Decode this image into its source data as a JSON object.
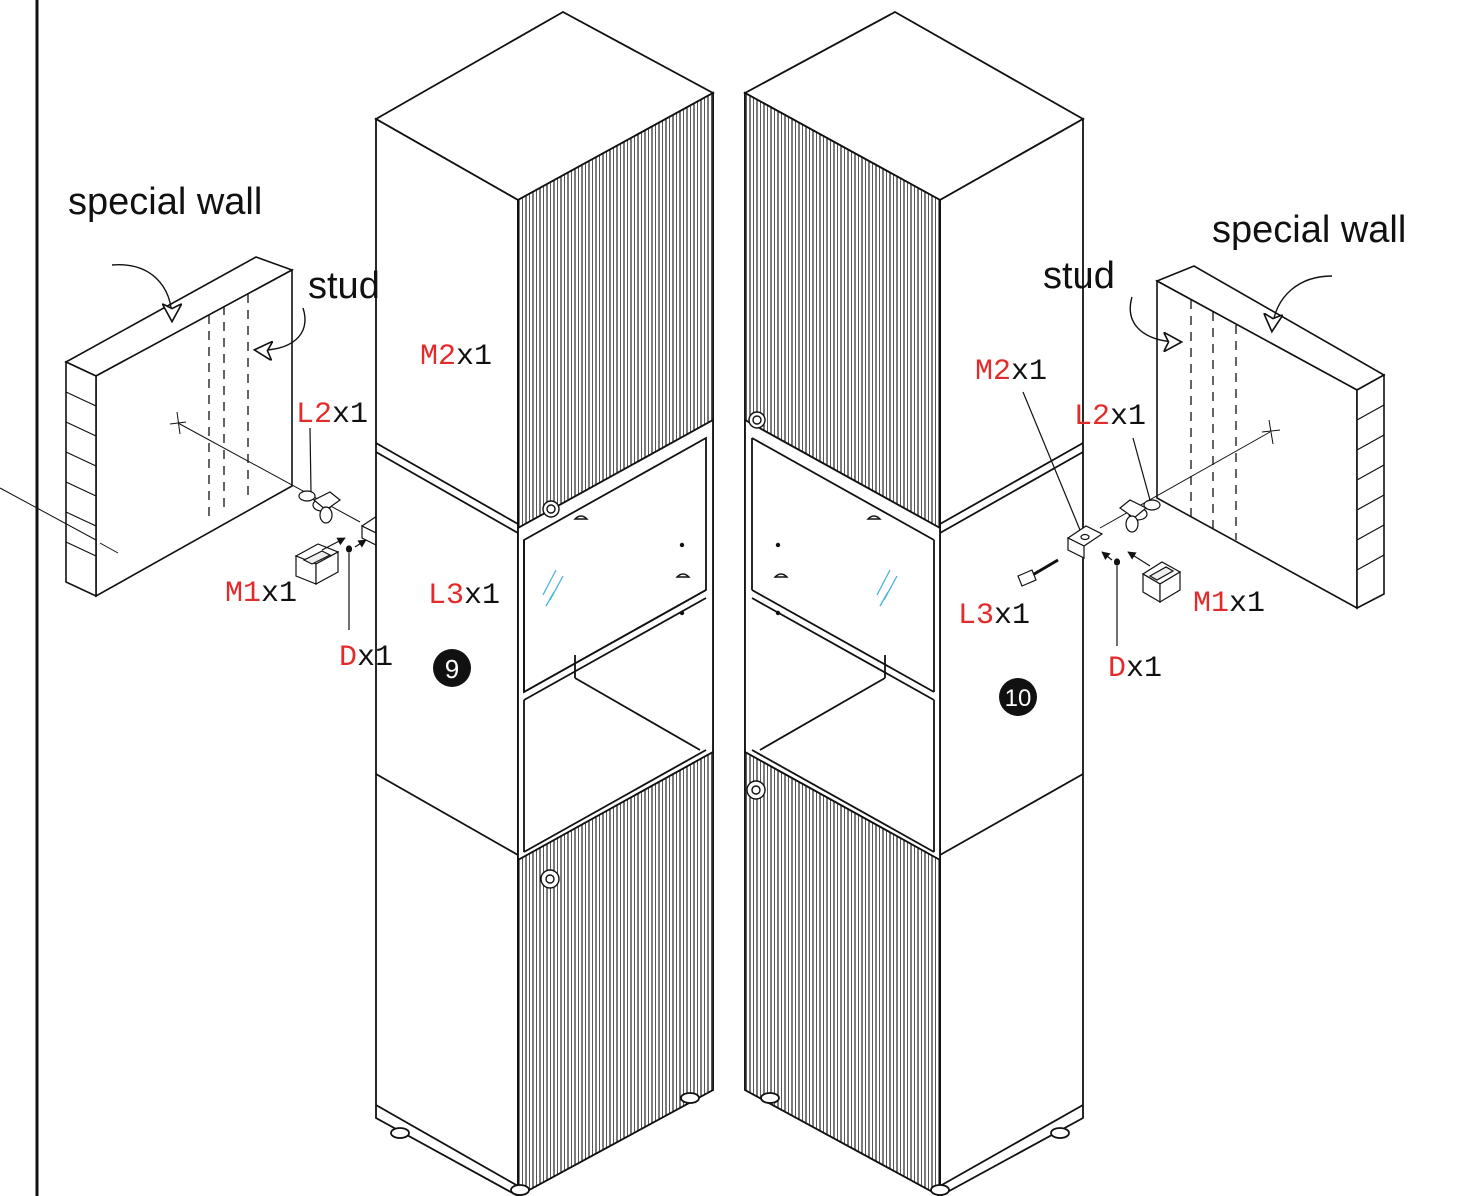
{
  "labels": {
    "special_wall_left": "special wall",
    "special_wall_right": "special wall",
    "stud_left": "stud",
    "stud_right": "stud"
  },
  "steps": {
    "left": "9",
    "right": "10"
  },
  "parts_left": {
    "m2": {
      "code": "M2",
      "qty": "x1"
    },
    "l2": {
      "code": "L2",
      "qty": "x1"
    },
    "m1": {
      "code": "M1",
      "qty": "x1"
    },
    "l3": {
      "code": "L3",
      "qty": "x1"
    },
    "d": {
      "code": "D",
      "qty": "x1"
    }
  },
  "parts_right": {
    "m2": {
      "code": "M2",
      "qty": "x1"
    },
    "l2": {
      "code": "L2",
      "qty": "x1"
    },
    "m1": {
      "code": "M1",
      "qty": "x1"
    },
    "l3": {
      "code": "L3",
      "qty": "x1"
    },
    "d": {
      "code": "D",
      "qty": "x1"
    }
  },
  "colors": {
    "part_code": "#e32b2b",
    "line": "#111111",
    "glass": "#4ab3d8"
  }
}
